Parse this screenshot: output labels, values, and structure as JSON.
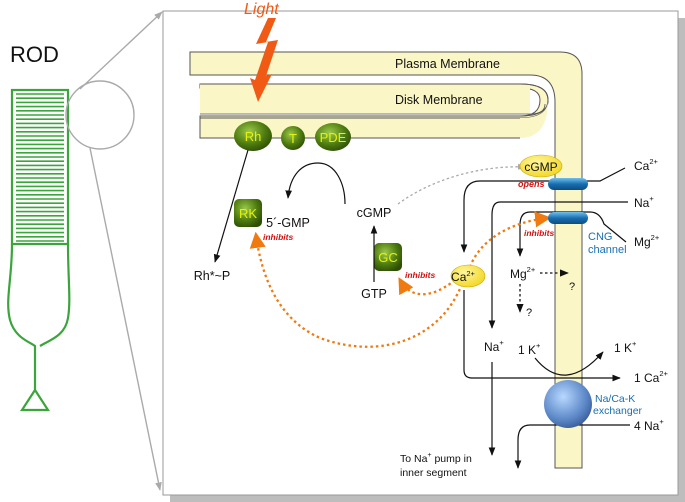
{
  "rod": {
    "title": "ROD"
  },
  "light": {
    "label": "Light"
  },
  "membranes": {
    "plasma": "Plasma Membrane",
    "disk": "Disk Membrane"
  },
  "proteins": {
    "rh": "Rh",
    "t": "T",
    "pde": "PDE",
    "rk": "RK",
    "gc": "GC",
    "cgmp_bubble": "cGMP",
    "ca_bubble": "Ca"
  },
  "labels": {
    "five_gmp": "5´-GMP",
    "cgmp": "cGMP",
    "gtp": "GTP",
    "rhp": "Rh*~P",
    "inhibits": "inhibits",
    "opens": "opens",
    "mg": "Mg",
    "question": "?",
    "na": "Na",
    "k_one": "1 K",
    "k_out": "1 K",
    "ca_one": "1 Ca",
    "na_four": "4 Na",
    "ca_ext": "Ca",
    "na_ext": "Na",
    "mg_ext": "Mg",
    "cng_line1": "CNG",
    "cng_line2": "channel",
    "exch_line1": "Na/Ca-K",
    "exch_line2": "exchanger",
    "pump_line1": "To Na",
    "pump_line1b": " pump in",
    "pump_line2": "inner segment"
  },
  "superscripts": {
    "two_plus": "2+",
    "plus": "+"
  },
  "colors": {
    "membrane_fill": "#fbf6c6",
    "protein_green": "#4f7c10",
    "protein_text": "#e6f20a",
    "rod_green": "#3aa53a",
    "inhibits_red": "#d01010",
    "dotted_orange": "#f07a10",
    "cng_blue": "#1a6fb0",
    "light_orange": "#f05a14"
  }
}
